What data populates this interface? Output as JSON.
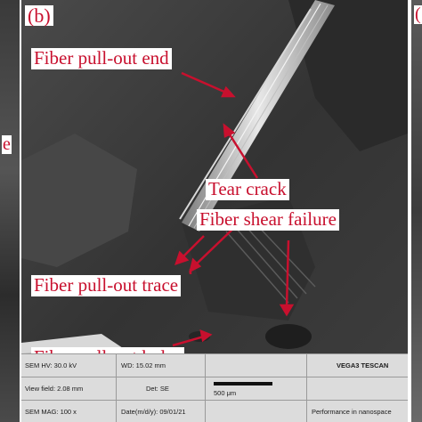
{
  "figure": {
    "panel_label": "(b)",
    "side_labels": {
      "left_fragment": "e",
      "right_fragment": "("
    },
    "annotations": [
      {
        "id": "pull-out-end",
        "text": "Fiber pull-out end"
      },
      {
        "id": "tear-crack",
        "text": "Tear crack"
      },
      {
        "id": "shear-failure",
        "text": "Fiber shear failure"
      },
      {
        "id": "pull-out-trace",
        "text": "Fiber pull-out trace"
      },
      {
        "id": "pull-out-holes",
        "text": "Fiber pull-out holes"
      }
    ],
    "annotation_color": "#c8102e"
  },
  "sem_info": {
    "hv": "SEM HV: 30.0 kV",
    "wd": "WD: 15.02 mm",
    "brand": "VEGA3 TESCAN",
    "view_field": "View field: 2.08 mm",
    "det": "Det: SE",
    "scale": "500 μm",
    "mag": "SEM MAG: 100 x",
    "date": "Date(m/d/y): 09/01/21",
    "slogan": "Performance in nanospace"
  }
}
